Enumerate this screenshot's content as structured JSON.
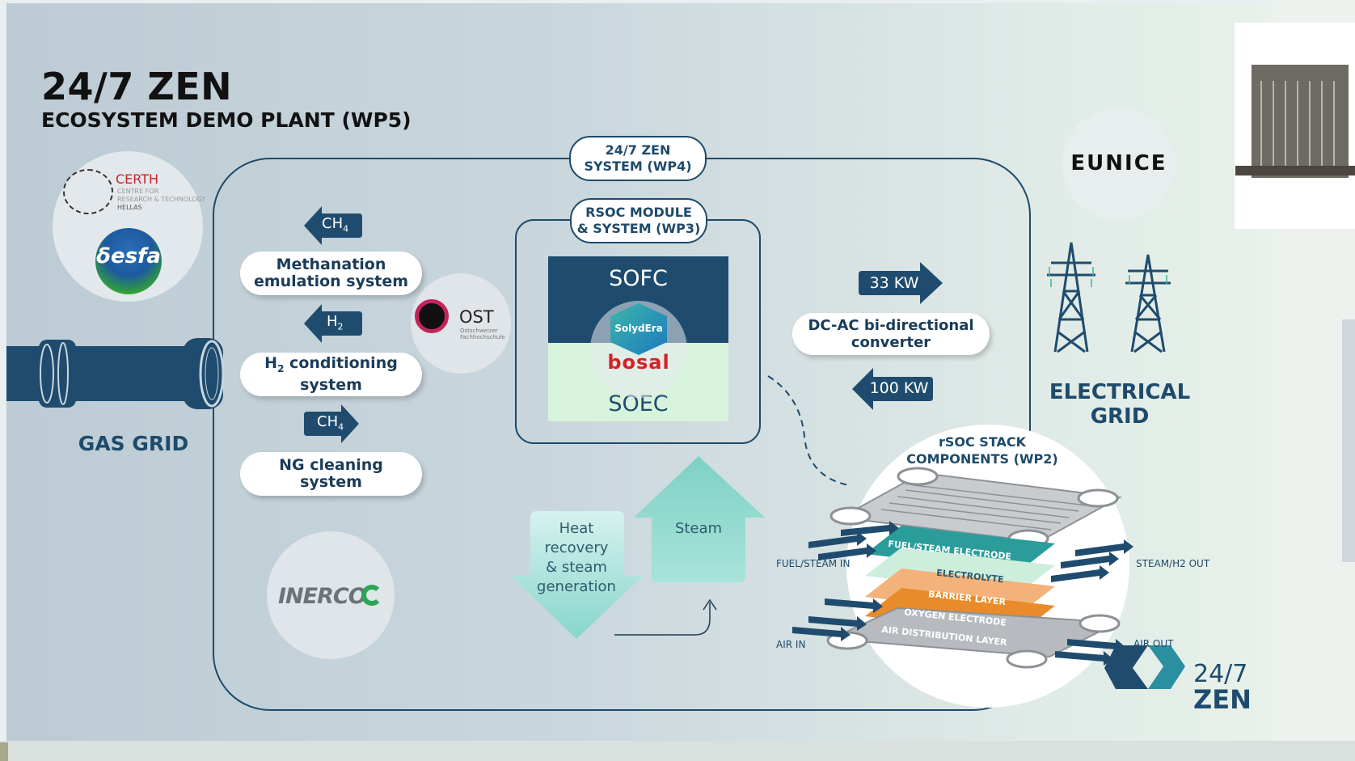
{
  "header": {
    "title": "24/7 ZEN",
    "subtitle": "ECOSYSTEM DEMO PLANT (WP5)"
  },
  "partners": {
    "certh_name": "CERTH",
    "certh_line1": "CENTRE FOR",
    "certh_line2": "RESEARCH & TECHNOLOGY",
    "certh_line3": "HELLAS",
    "desfa": "δesfa",
    "ost_name": "OST",
    "ost_line1": "Ostschweizer",
    "ost_line2": "Fachhochschule",
    "inerco": "INERCO",
    "eunice": "EUNICE",
    "solydera": "SolydEra",
    "bosal": "bosal"
  },
  "gas_grid": {
    "label": "GAS GRID"
  },
  "electrical_grid": {
    "line1": "ELECTRICAL",
    "line2": "GRID"
  },
  "system_tag": {
    "line1": "24/7 ZEN",
    "line2": "SYSTEM (WP4)"
  },
  "module_tag": {
    "line1": "RSOC MODULE",
    "line2": "& SYSTEM (WP3)"
  },
  "arrows": {
    "ch4_top": {
      "base": "CH",
      "sub": "4"
    },
    "h2": {
      "base": "H",
      "sub": "2"
    },
    "ch4_bottom": {
      "base": "CH",
      "sub": "4"
    }
  },
  "systems": {
    "methanation_line1": "Methanation",
    "methanation_line2": "emulation system",
    "h2_cond_base": "H",
    "h2_cond_sub": "2",
    "h2_cond_line1": " conditioning",
    "h2_cond_line2": "system",
    "ng_line1": "NG cleaning",
    "ng_line2": "system"
  },
  "stack_box": {
    "sofc": "SOFC",
    "soec": "SOEC"
  },
  "power": {
    "out": "33 KW",
    "in": "100 KW",
    "converter_line1": "DC-AC bi-directional",
    "converter_line2": "converter"
  },
  "heat": {
    "line1": "Heat",
    "line2": "recovery",
    "line3": "& steam",
    "line4": "generation",
    "steam": "Steam"
  },
  "rsoc": {
    "title_line1": "rSOC STACK",
    "title_line2": "COMPONENTS (WP2)",
    "layers": [
      "FUEL/STEAM ELECTRODE",
      "ELECTROLYTE",
      "BARRIER LAYER",
      "OXYGEN ELECTRODE",
      "AIR DISTRIBUTION LAYER"
    ],
    "fuel_in": "FUEL/STEAM IN",
    "air_in": "AIR IN",
    "steam_out": "STEAM/H2 OUT",
    "air_out": "AIR OUT"
  },
  "brand": {
    "line1": "24/7",
    "line2": "ZEN"
  },
  "colors": {
    "navy": "#1f4c6e",
    "teal": "#2a9d9a",
    "light_green": "#d8f3dc",
    "orange": "#e98b2a",
    "peach": "#f3b27a"
  }
}
